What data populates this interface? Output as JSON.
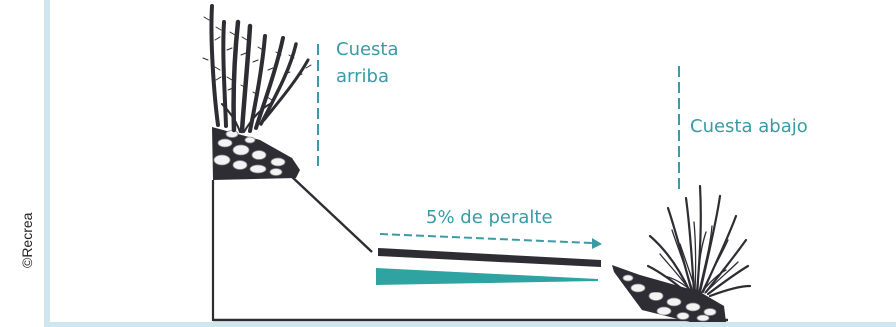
{
  "credit": "©Recrea",
  "labels": {
    "uphill_line1": "Cuesta",
    "uphill_line2": "arriba",
    "downhill": "Cuesta abajo",
    "camber": "5% de peralte"
  },
  "colors": {
    "teal": "#3a9aa6",
    "teal_fill": "#2fa3a2",
    "ink": "#2d2d33",
    "frame": "#cfe6ee"
  },
  "icons": [
    "cactus-icon",
    "agave-icon",
    "rock-pile-icon",
    "arrow-right-icon"
  ]
}
